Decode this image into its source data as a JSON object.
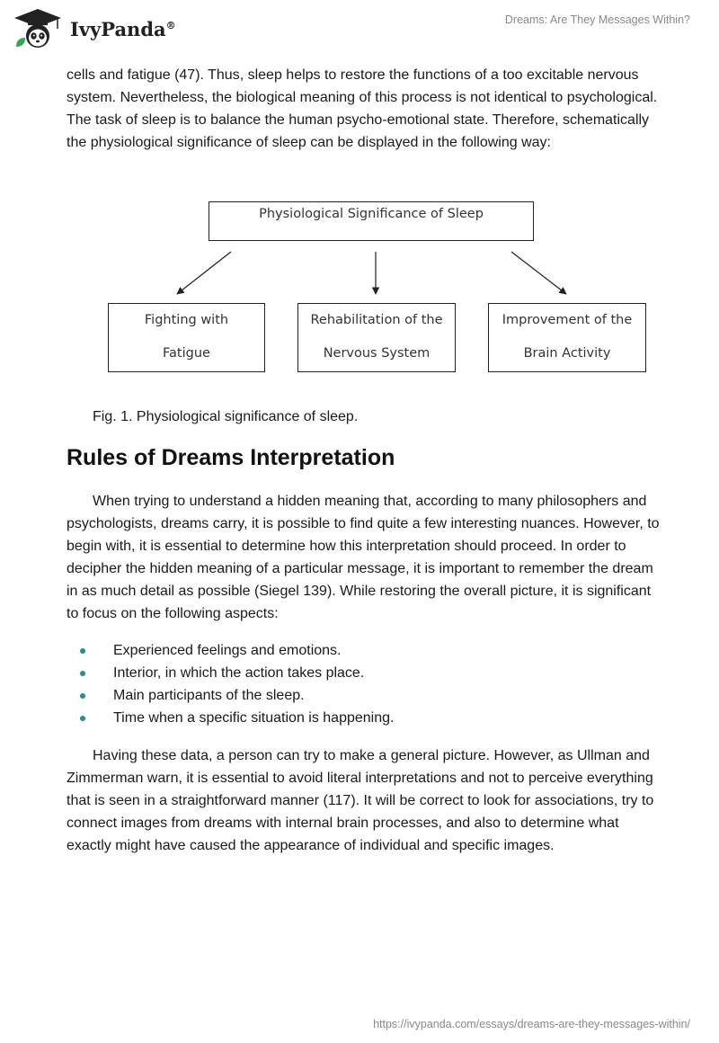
{
  "header": {
    "brand": "IvyPanda",
    "brand_mark": "®",
    "doc_title": "Dreams: Are They Messages Within?"
  },
  "paragraph_1": "cells and fatigue (47). Thus, sleep helps to restore the functions of a too excitable nervous system. Nevertheless, the biological meaning of this process is not identical to psychological. The task of sleep is to balance the human psycho-emotional state. Therefore, schematically the physiological significance of sleep can be displayed in the following way:",
  "diagram": {
    "top_box": "Physiological Significance of Sleep",
    "boxes": [
      {
        "line1": "Fighting with",
        "line2": "Fatigue"
      },
      {
        "line1": "Rehabilitation of the",
        "line2": "Nervous System"
      },
      {
        "line1": "Improvement of the",
        "line2": "Brain Activity"
      }
    ]
  },
  "caption": "Fig. 1. Physiological significance of sleep.",
  "heading": "Rules of Dreams Interpretation",
  "paragraph_2": "When trying to understand a hidden meaning that, according to many philosophers and psychologists, dreams carry, it is possible to find quite a few interesting nuances. However, to begin with, it is essential to determine how this interpretation should proceed. In order to decipher the hidden meaning of a particular message, it is important to remember the dream in as much detail as possible (Siegel 139). While restoring the overall picture, it is significant to focus on the following aspects:",
  "bullets": [
    "Experienced feelings and emotions.",
    "Interior, in which the action takes place.",
    "Main participants of the sleep.",
    "Time when a specific situation is happening."
  ],
  "paragraph_3": "Having these data, a person can try to make a general picture. However, as Ullman and Zimmerman warn, it is essential to avoid literal interpretations and not to perceive everything that is seen in a straightforward manner (117). It will be correct to look for associations, try to connect images from dreams with internal brain processes, and also to determine what exactly might have caused the appearance of individual and specific images.",
  "footer_url": "https://ivypanda.com/essays/dreams-are-they-messages-within/",
  "colors": {
    "accent": "#2a8f86",
    "muted": "#8a8a8a"
  }
}
